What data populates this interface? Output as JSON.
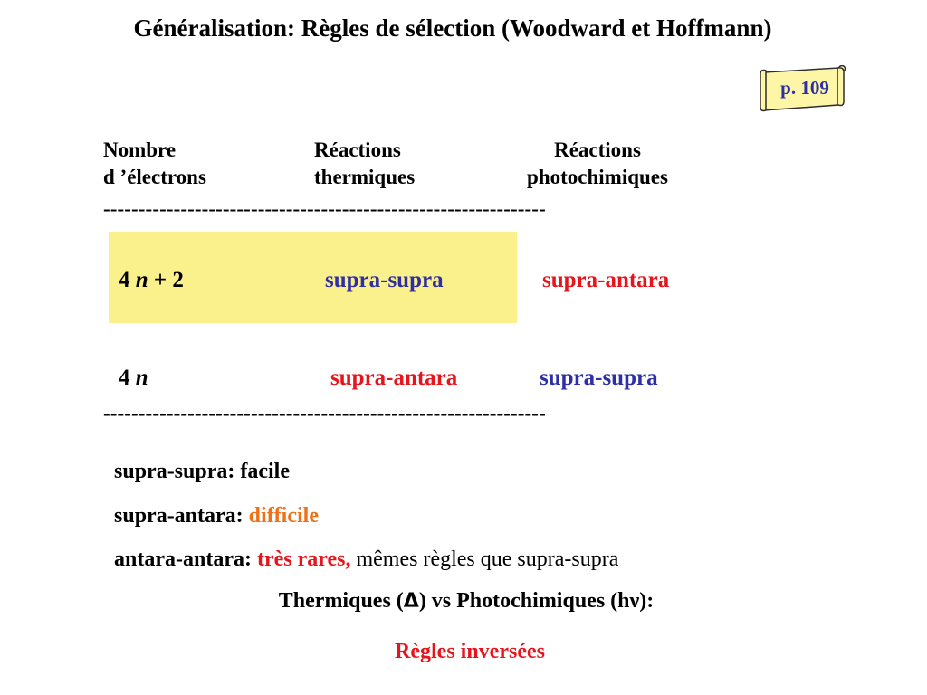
{
  "title": "Généralisation: Règles de sélection (Woodward et Hoffmann)",
  "page_ref": "p. 109",
  "header": {
    "col1_line1": "Nombre",
    "col1_line2": "d ’électrons",
    "col2_line1": "Réactions",
    "col2_line2": "thermiques",
    "col3_line1": "Réactions",
    "col3_line2": "photochimiques"
  },
  "separator_top": "---------------------------------------------------------------",
  "separator_bottom": "---------------------------------------------------------------",
  "rows": [
    {
      "count_prefix": "4 ",
      "count_var": "n",
      "count_suffix": " + 2",
      "thermal": "supra-supra",
      "photochemical": "supra-antara"
    },
    {
      "count_prefix": "4 ",
      "count_var": "n",
      "count_suffix": "",
      "thermal": "supra-antara",
      "photochemical": "supra-supra"
    }
  ],
  "notes": {
    "line1": "supra-supra: facile",
    "line2_label": "supra-antara: ",
    "line2_value": "difficile",
    "line3_label": "antara-antara: ",
    "line3_value": "très rares,",
    "line3_rest": " mêmes règles que supra-supra"
  },
  "thermo_vs_photo": {
    "prefix": "Thermiques (",
    "delta_symbol": "Δ",
    "middle": ") vs Photochimiques (h",
    "nu_symbol": "ν",
    "suffix": "):"
  },
  "conclusion": "Règles inversées",
  "colors": {
    "blue": "#2e2ea8",
    "red": "#e8141c",
    "orange": "#f07018",
    "highlight": "#fbf18c"
  }
}
